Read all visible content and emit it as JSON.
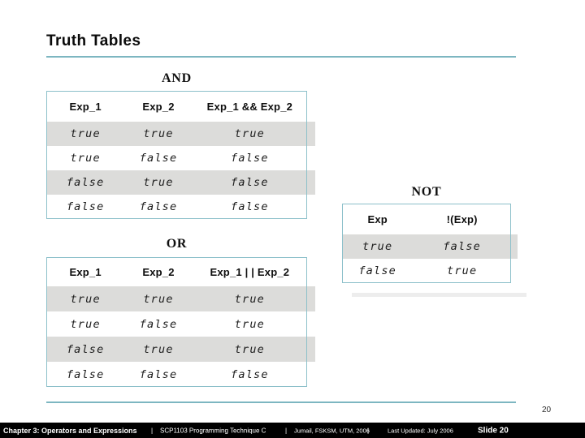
{
  "slide": {
    "title": "Truth Tables",
    "page_number": "20",
    "accent_color": "#7db6c1",
    "stripe_color": "#dcdcda",
    "footer_bg_color": "#000000"
  },
  "tables": {
    "and": {
      "caption": "AND",
      "headers": [
        "Exp_1",
        "Exp_2",
        "Exp_1 && Exp_2"
      ],
      "rows": [
        [
          "true",
          "true",
          "true"
        ],
        [
          "true",
          "false",
          "false"
        ],
        [
          "false",
          "true",
          "false"
        ],
        [
          "false",
          "false",
          "false"
        ]
      ]
    },
    "or": {
      "caption": "OR",
      "headers": [
        "Exp_1",
        "Exp_2",
        "Exp_1 | | Exp_2"
      ],
      "rows": [
        [
          "true",
          "true",
          "true"
        ],
        [
          "true",
          "false",
          "true"
        ],
        [
          "false",
          "true",
          "true"
        ],
        [
          "false",
          "false",
          "false"
        ]
      ]
    },
    "not": {
      "caption": "NOT",
      "headers": [
        "Exp",
        "!(Exp)"
      ],
      "rows": [
        [
          "true",
          "false"
        ],
        [
          "false",
          "true"
        ]
      ]
    }
  },
  "footer": {
    "chapter": "Chapter 3: Operators and Expressions",
    "separator": "|",
    "course": "SCP1103  Programming Technique C",
    "authors": "Jumail, FSKSM, UTM, 2006",
    "updated": "Last Updated: July  2006",
    "slide_label": "Slide 20"
  }
}
